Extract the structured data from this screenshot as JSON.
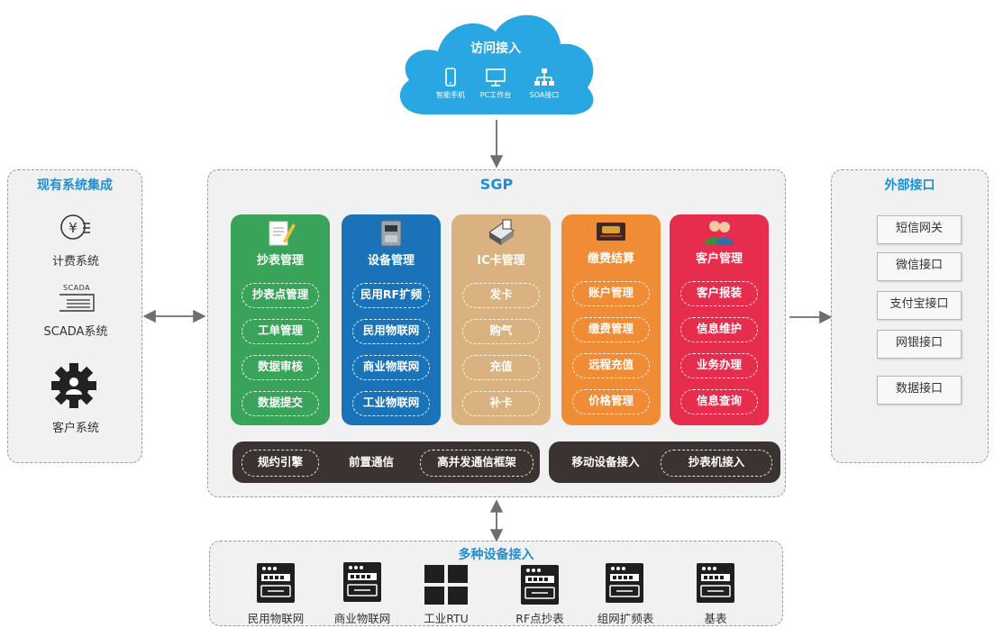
{
  "colors": {
    "cloud": "#29a7e3",
    "meter_module": "#3aa35a",
    "device_module": "#1a73b8",
    "ic_module": "#d9b27f",
    "billing_module": "#f08c36",
    "customer_module": "#e62d4e",
    "bottom_bar": "#3a3330",
    "title_blue": "#1e8fd6"
  },
  "cloud": {
    "title": "访问接入",
    "items": [
      {
        "icon": "smartphone-icon",
        "label": "智能手机"
      },
      {
        "icon": "monitor-icon",
        "label": "PC工作台"
      },
      {
        "icon": "network-tree-icon",
        "label": "SOA接口"
      }
    ]
  },
  "left_panel": {
    "title": "现有系统集成",
    "items": [
      {
        "icon": "billing-yen-icon",
        "label": "计费系统"
      },
      {
        "icon": "scada-meter-icon",
        "icon_text": "SCADA",
        "label": "SCADA系统"
      },
      {
        "icon": "gear-person-icon",
        "label": "客户系统"
      }
    ]
  },
  "sgp": {
    "title": "SGP",
    "modules": [
      {
        "icon": "notepad-pencil-icon",
        "title": "抄表管理",
        "items": [
          "抄表点管理",
          "工单管理",
          "数据审核",
          "数据提交"
        ]
      },
      {
        "icon": "gas-meter-icon",
        "title": "设备管理",
        "items": [
          "民用RF扩频",
          "民用物联网",
          "商业物联网",
          "工业物联网"
        ]
      },
      {
        "icon": "card-reader-icon",
        "title": "IC卡管理",
        "items": [
          "发卡",
          "购气",
          "充值",
          "补卡"
        ]
      },
      {
        "icon": "payment-card-icon",
        "title": "缴费结算",
        "items": [
          "账户管理",
          "缴费管理",
          "远程充值",
          "价格管理"
        ]
      },
      {
        "icon": "users-icon",
        "title": "客户管理",
        "items": [
          "客户报装",
          "信息维护",
          "业务办理",
          "信息查询"
        ]
      }
    ],
    "bottom_left": {
      "items": [
        "规约引擎",
        "前置通信",
        "高并发通信框架"
      ]
    },
    "bottom_right": {
      "items": [
        "移动设备接入",
        "抄表机接入"
      ]
    }
  },
  "right_panel": {
    "title": "外部接口",
    "items": [
      "短信网关",
      "微信接口",
      "支付宝接口",
      "网银接口",
      "数据接口"
    ]
  },
  "bottom_panel": {
    "title": "多种设备接入",
    "items": [
      {
        "icon": "meter-device-icon",
        "label": "民用物联网"
      },
      {
        "icon": "meter-device-icon",
        "label": "商业物联网"
      },
      {
        "icon": "rtu-grid-icon",
        "label": "工业RTU"
      },
      {
        "icon": "meter-device-icon",
        "label": "RF点抄表"
      },
      {
        "icon": "meter-device-icon",
        "label": "组网扩频表"
      },
      {
        "icon": "meter-device-icon",
        "label": "基表"
      }
    ]
  }
}
